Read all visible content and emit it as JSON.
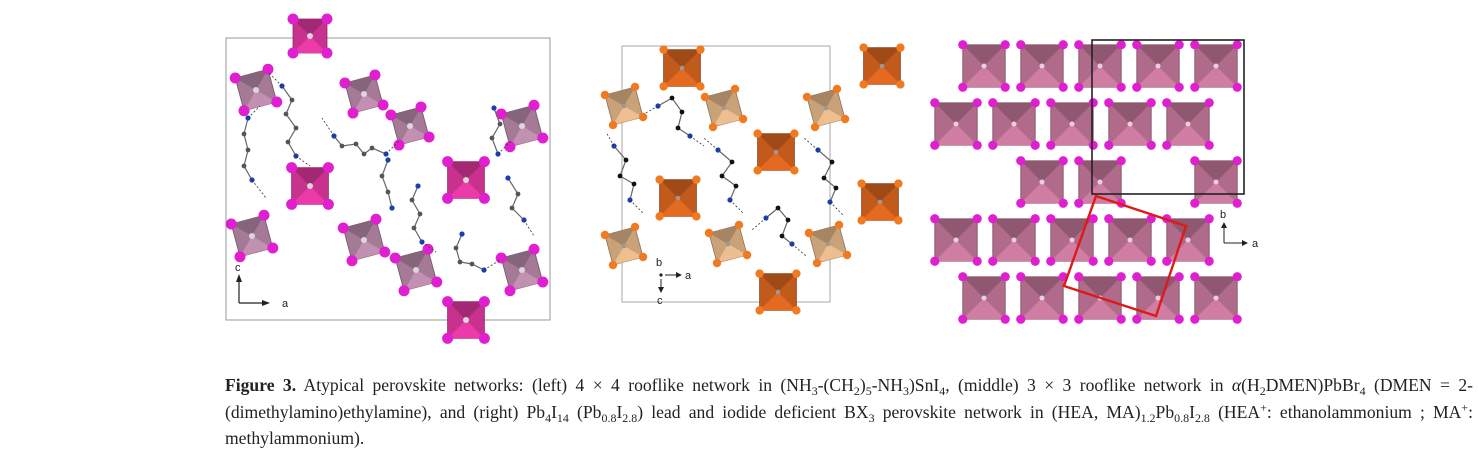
{
  "figure": {
    "label": "Figure 3.",
    "caption_parts": [
      {
        "t": " Atypical perovskite networks: (left) 4 × 4 rooflike network in (NH"
      },
      {
        "sub": "3"
      },
      {
        "t": "-(CH"
      },
      {
        "sub": "2"
      },
      {
        "t": ")"
      },
      {
        "sub": "5"
      },
      {
        "t": "-NH"
      },
      {
        "sub": "3"
      },
      {
        "t": ")SnI"
      },
      {
        "sub": "4"
      },
      {
        "t": ", (middle) 3 × 3 rooflike network in "
      },
      {
        "i": "α"
      },
      {
        "t": "(H"
      },
      {
        "sub": "2"
      },
      {
        "t": "DMEN)PbBr"
      },
      {
        "sub": "4"
      },
      {
        "t": " (DMEN = 2-(dimethylamino)ethylamine), and (right) Pb"
      },
      {
        "sub": "4"
      },
      {
        "t": "I"
      },
      {
        "sub": "14"
      },
      {
        "t": " (Pb"
      },
      {
        "sub": "0.8"
      },
      {
        "t": "I"
      },
      {
        "sub": "2.8"
      },
      {
        "t": ") lead and iodide deficient BX"
      },
      {
        "sub": "3"
      },
      {
        "t": " perovskite network in (HEA, MA)"
      },
      {
        "sub": "1.2"
      },
      {
        "t": "Pb"
      },
      {
        "sub": "0.8"
      },
      {
        "t": "I"
      },
      {
        "sub": "2.8"
      },
      {
        "t": " (HEA"
      },
      {
        "sup": "+"
      },
      {
        "t": ": ethanolammonium ; MA"
      },
      {
        "sup": "+"
      },
      {
        "t": ": methylammonium)."
      }
    ]
  },
  "panels": {
    "left": {
      "axis_vertical": "c",
      "axis_horizontal": "a",
      "colors": {
        "octahedron_a": "#c8328e",
        "octahedron_b": "#a47a96",
        "halide": "#e020d0",
        "nitrogen": "#1a3fb0",
        "carbon": "#555555"
      }
    },
    "middle": {
      "axis_horizontal": "a",
      "axis_into": "b",
      "axis_vertical": "c",
      "colors": {
        "octahedron_a": "#c25a1c",
        "octahedron_b": "#c9a27a",
        "halide": "#f07a20",
        "nitrogen": "#1a3fb0",
        "carbon": "#111111"
      }
    },
    "right": {
      "axis_vertical": "b",
      "axis_horizontal": "a",
      "colors": {
        "octahedron": "#b06a8a",
        "halide": "#e020d0",
        "cell_box": "#222222",
        "subcell_box": "#e01818"
      }
    }
  }
}
